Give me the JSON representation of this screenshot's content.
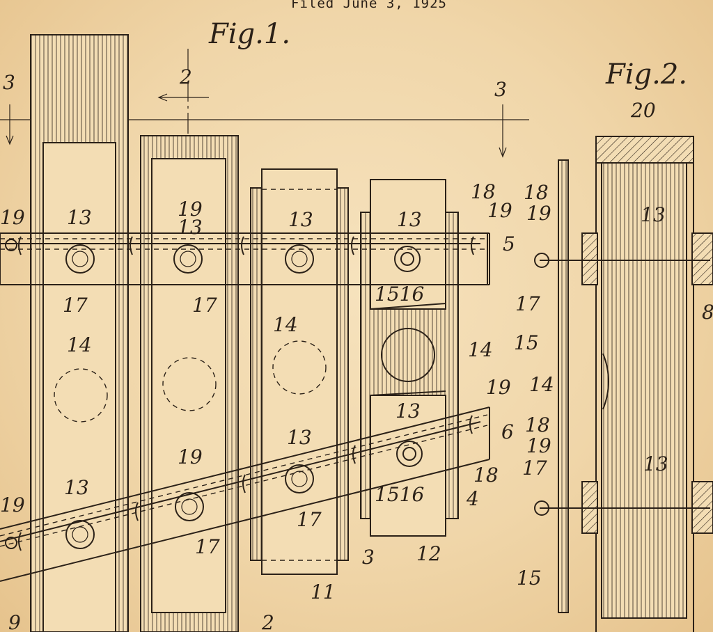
{
  "header": {
    "filed": "Filed June 3, 1925"
  },
  "figures": {
    "fig1": "Fig.1.",
    "fig2": "Fig.2."
  },
  "section_marks": {
    "left": "3",
    "center": "2",
    "right": "3"
  },
  "labels": {
    "n2": "2",
    "n3": "3",
    "n4": "4",
    "n5": "5",
    "n6": "6",
    "n8": "8",
    "n9": "9",
    "n11": "11",
    "n12": "12",
    "n13": "13",
    "n14": "14",
    "n15": "15",
    "n16": "16",
    "n17": "17",
    "n18": "18",
    "n19": "19",
    "n20": "20",
    "n1516": "1516"
  },
  "colors": {
    "paper": "#f1d9b0",
    "ink": "#2b2118"
  }
}
